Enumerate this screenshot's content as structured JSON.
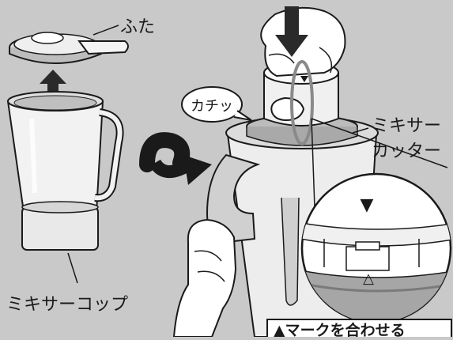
{
  "labels": {
    "lid": "ふた",
    "cup": "ミキサーコップ",
    "click_sound": "カチッ",
    "cutter_line1": "ミキサー",
    "cutter_line2": "カッター",
    "instruction": "▲マークを合わせる",
    "mark_top": "▼",
    "mark_bottom": "△"
  },
  "colors": {
    "background": "#c9c9c9",
    "outline": "#1a1a1a",
    "white": "#ffffff",
    "light_gray": "#e6e6e6",
    "mid_gray": "#a8a8a8",
    "dark_gray": "#7a7a7a"
  }
}
